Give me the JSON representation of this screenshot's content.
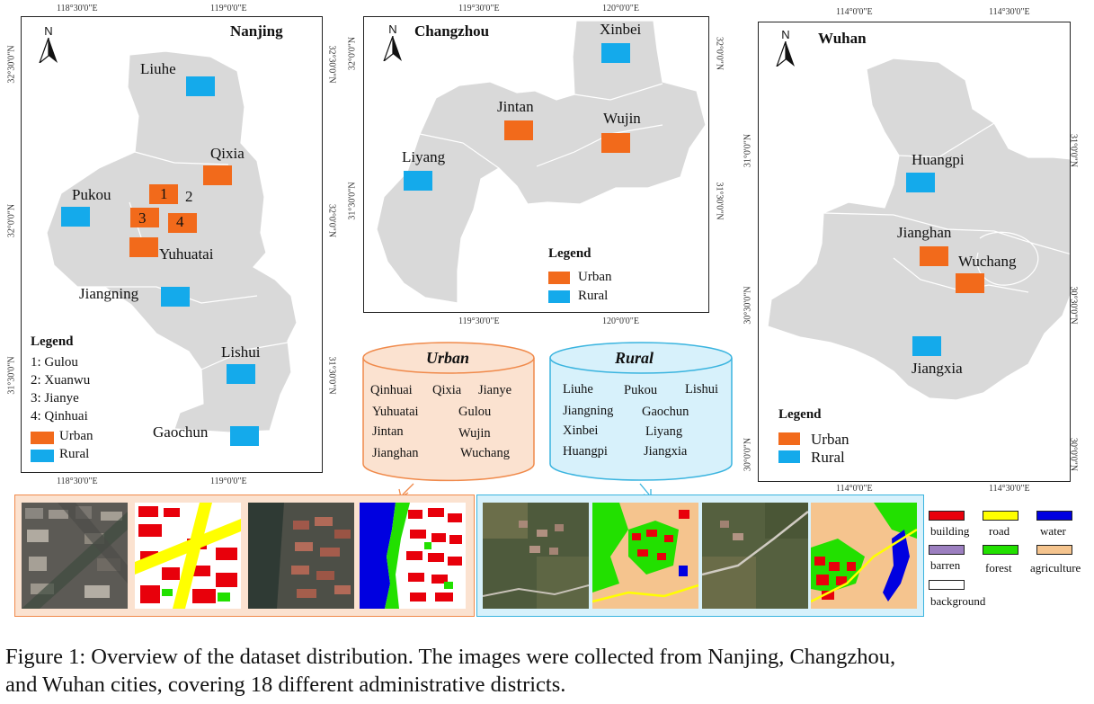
{
  "maps": {
    "nanjing": {
      "title": "Nanjing",
      "north": "N",
      "ticks_top": [
        "118°30'0\"E",
        "119°0'0\"E"
      ],
      "ticks_bottom": [
        "118°30'0\"E",
        "119°0'0\"E"
      ],
      "ticks_left": [
        "32°30'0\"N",
        "32°0'0\"N",
        "31°30'0\"N"
      ],
      "ticks_right": [
        "32°30'0\"N",
        "32°0'0\"N",
        "31°30'0\"N"
      ],
      "districts": [
        "Liuhe",
        "Qixia",
        "Pukou",
        "Yuhuatai",
        "Jiangning",
        "Lishui",
        "Gaochun"
      ],
      "numbers": [
        "1",
        "2",
        "3",
        "4"
      ],
      "legend_title": "Legend",
      "legend_items": [
        "1:   Gulou",
        "2:   Xuanwu",
        "3:   Jianye",
        "4:   Qinhuai"
      ],
      "legend_urban": "Urban",
      "legend_rural": "Rural"
    },
    "changzhou": {
      "title": "Changzhou",
      "north": "N",
      "ticks_top": [
        "119°30'0\"E",
        "120°0'0\"E"
      ],
      "ticks_bottom": [
        "119°30'0\"E",
        "120°0'0\"E"
      ],
      "ticks_left": [
        "32°0'0\"N",
        "31°30'0\"N"
      ],
      "ticks_right": [
        "32°0'0\"N",
        "31°30'0\"N"
      ],
      "districts": [
        "Xinbei",
        "Jintan",
        "Wujin",
        "Liyang"
      ],
      "legend_title": "Legend",
      "legend_urban": "Urban",
      "legend_rural": "Rural"
    },
    "wuhan": {
      "title": "Wuhan",
      "north": "N",
      "ticks_top": [
        "114°0'0\"E",
        "114°30'0\"E"
      ],
      "ticks_bottom": [
        "114°0'0\"E",
        "114°30'0\"E"
      ],
      "ticks_left": [
        "31°0'0\"N",
        "30°30'0\"N",
        "30°0'0\"N"
      ],
      "ticks_right": [
        "31°0'0\"N",
        "30°30'0\"N",
        "30°0'0\"N"
      ],
      "districts": [
        "Huangpi",
        "Jianghan",
        "Wuchang",
        "Jiangxia"
      ],
      "legend_title": "Legend",
      "legend_urban": "Urban",
      "legend_rural": "Rural"
    }
  },
  "urban_cylinder": {
    "title": "Urban",
    "words": [
      "Qinhuai",
      "Qixia",
      "Jianye",
      "Yuhuatai",
      "Gulou",
      "Jintan",
      "Wujin",
      "Jianghan",
      "Wuchang"
    ]
  },
  "rural_cylinder": {
    "title": "Rural",
    "words": [
      "Liuhe",
      "Pukou",
      "Lishui",
      "Jiangning",
      "Gaochun",
      "Xinbei",
      "Liyang",
      "Huangpi",
      "Jiangxia"
    ]
  },
  "class_legend": [
    {
      "label": "building",
      "color": "#e8000b"
    },
    {
      "label": "road",
      "color": "#ffff00"
    },
    {
      "label": "water",
      "color": "#0000e0"
    },
    {
      "label": "barren",
      "color": "#9c7fc0"
    },
    {
      "label": "forest",
      "color": "#22e000"
    },
    {
      "label": "agriculture",
      "color": "#f5c48e"
    },
    {
      "label": "background",
      "color": "#ffffff"
    }
  ],
  "colors": {
    "urban": "#f26a1b",
    "rural": "#14aaeb",
    "urban_frame": "#f08a4b",
    "rural_frame": "#3ab4df",
    "map_fill": "#d9d9d9"
  },
  "caption": {
    "line1": "Figure 1: Overview of the dataset distribution. The images were collected from Nanjing, Changzhou,",
    "line2": "and Wuhan cities, covering 18 different administrative districts."
  }
}
